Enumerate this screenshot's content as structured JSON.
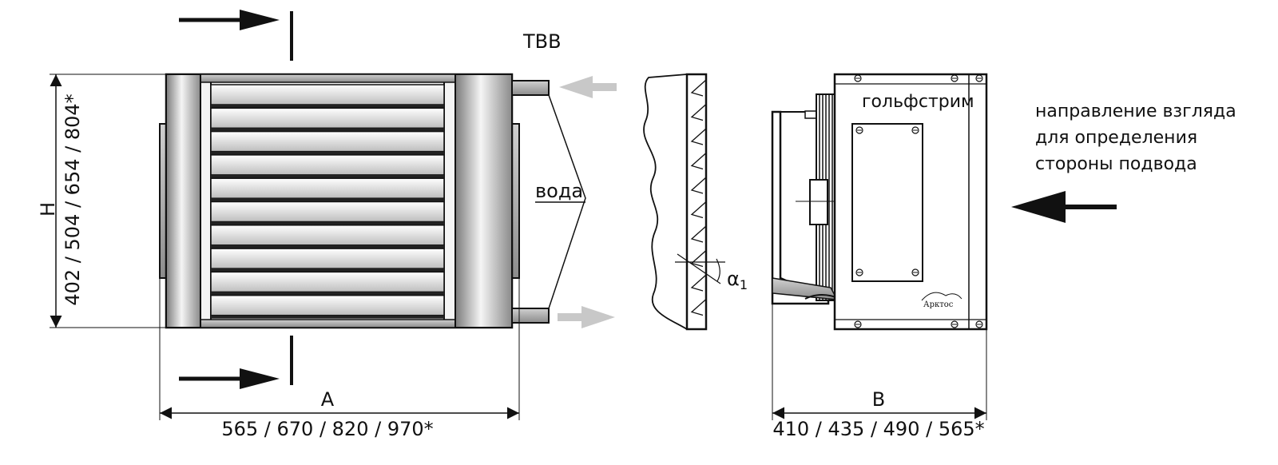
{
  "title": "ТВВ",
  "labels": {
    "water": "вода",
    "brand": "гольфстрим",
    "logo": "Арктос",
    "alpha": "α",
    "alpha_sub": "1"
  },
  "note": {
    "line1": "направление взгляда",
    "line2": "для определения",
    "line3": "стороны подвода"
  },
  "dimensions": {
    "height_letter": "H",
    "height_values": "402 / 504 / 654 / 804*",
    "width_letter": "A",
    "width_values": "565 / 670 / 820 / 970*",
    "depth_letter": "B",
    "depth_values": "410 / 435 / 490 / 565*"
  },
  "colors": {
    "outline": "#111111",
    "water_arrow": "#c8c8c8",
    "frame_fill": "#f4f4f4"
  }
}
